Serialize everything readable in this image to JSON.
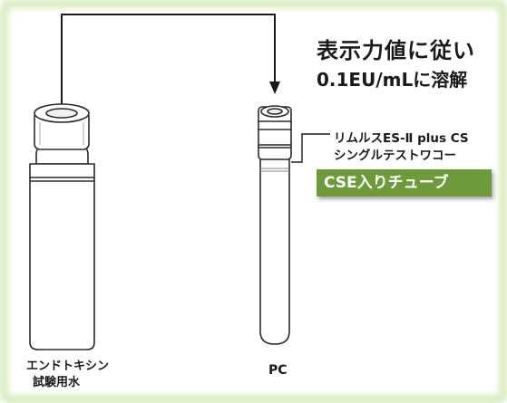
{
  "instruction": {
    "line1": "表示力値に従い",
    "line2": "0.1EU/mLに溶解"
  },
  "product": {
    "line1": "リムルスES-Ⅱ plus CS",
    "line2": "シングルテストワコー"
  },
  "badge": {
    "label": "CSE入りチューブ",
    "color": "#6f9a3b"
  },
  "water_bottle": {
    "label_line1": "エンドトキシン",
    "label_line2": "試験用水"
  },
  "pc_tube": {
    "label": "PC"
  },
  "colors": {
    "frame_glow": "#dcefc4",
    "line": "#1a1a1a"
  }
}
